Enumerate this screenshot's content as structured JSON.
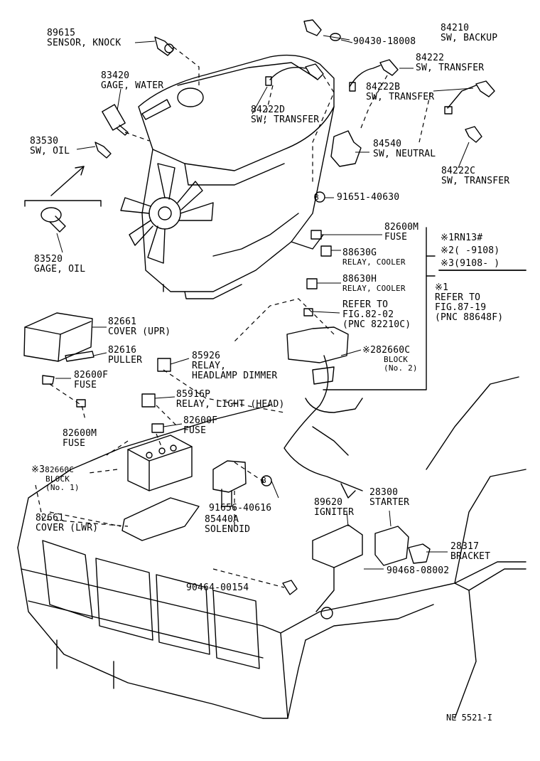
{
  "parts": [
    {
      "id": "p89615",
      "no": "89615",
      "name": "SENSOR, KNOCK"
    },
    {
      "id": "p83420",
      "no": "83420",
      "name": "GAGE, WATER"
    },
    {
      "id": "p83530",
      "no": "83530",
      "name": "SW, OIL"
    },
    {
      "id": "p83520",
      "no": "83520",
      "name": "GAGE, OIL"
    },
    {
      "id": "p84210",
      "no": "84210",
      "name": "SW, BACKUP"
    },
    {
      "id": "p90430",
      "no": "90430-18008",
      "name": ""
    },
    {
      "id": "p84222",
      "no": "84222",
      "name": "SW, TRANSFER"
    },
    {
      "id": "p84222B",
      "no": "84222B",
      "name": "SW, TRANSFER"
    },
    {
      "id": "p84222D",
      "no": "84222D",
      "name": "SW, TRANSFER"
    },
    {
      "id": "p84540",
      "no": "84540",
      "name": "SW, NEUTRAL"
    },
    {
      "id": "p84222C",
      "no": "84222C",
      "name": "SW, TRANSFER"
    },
    {
      "id": "p91651",
      "no": "91651-40630",
      "name": ""
    },
    {
      "id": "p82600M_top",
      "no": "82600M",
      "name": "FUSE"
    },
    {
      "id": "p88630G",
      "no": "88630G",
      "name": "RELAY, COOLER"
    },
    {
      "id": "p88630H",
      "no": "88630H",
      "name": "RELAY, COOLER"
    },
    {
      "id": "pRefer82",
      "no": "REFER TO",
      "name": "FIG.82-02",
      "extra": "(PNC 82210C)"
    },
    {
      "id": "p82660C_2",
      "no": "82660C",
      "name": "BLOCK",
      "extra": "(No. 2)"
    },
    {
      "id": "p82661U",
      "no": "82661",
      "name": "COVER (UPR)"
    },
    {
      "id": "p82616",
      "no": "82616",
      "name": "PULLER"
    },
    {
      "id": "p85926",
      "no": "85926",
      "name": "RELAY,",
      "extra": "HEADLAMP DIMMER"
    },
    {
      "id": "p82600F_a",
      "no": "82600F",
      "name": "FUSE"
    },
    {
      "id": "p85916P",
      "no": "85916P",
      "name": "RELAY, LIGHT (HEAD)"
    },
    {
      "id": "p82600F_b",
      "no": "82600F",
      "name": "FUSE"
    },
    {
      "id": "p82600M_b",
      "no": "82600M",
      "name": "FUSE"
    },
    {
      "id": "p82660C_1",
      "no": "82660C",
      "name": "BLOCK",
      "extra": "(No. 1)"
    },
    {
      "id": "p91656",
      "no": "91656-40616",
      "name": ""
    },
    {
      "id": "p85440A",
      "no": "85440A",
      "name": "SOLENOID"
    },
    {
      "id": "p82661L",
      "no": "82661",
      "name": "COVER (LWR)"
    },
    {
      "id": "p89620",
      "no": "89620",
      "name": "IGNITER"
    },
    {
      "id": "p28300",
      "no": "28300",
      "name": "STARTER"
    },
    {
      "id": "p28317",
      "no": "28317",
      "name": "BRACKET"
    },
    {
      "id": "p90468",
      "no": "90468-08002",
      "name": ""
    },
    {
      "id": "p90464",
      "no": "90464-00154",
      "name": ""
    }
  ],
  "notes": {
    "n1_mark": "※1",
    "n1_text": "RN13#",
    "n2_mark": "※2",
    "n2_text": "(      -9108)",
    "n3_mark": "※3",
    "n3_text": "(9108-      )",
    "refer_mark": "※1",
    "refer_l1": "REFER TO",
    "refer_l2": "FIG.87-19",
    "refer_l3": "(PNC 88648F)",
    "mark2": "※2",
    "mark3": "※3",
    "bolt_symbol": "B"
  },
  "figure_code": "NE  5521-I"
}
